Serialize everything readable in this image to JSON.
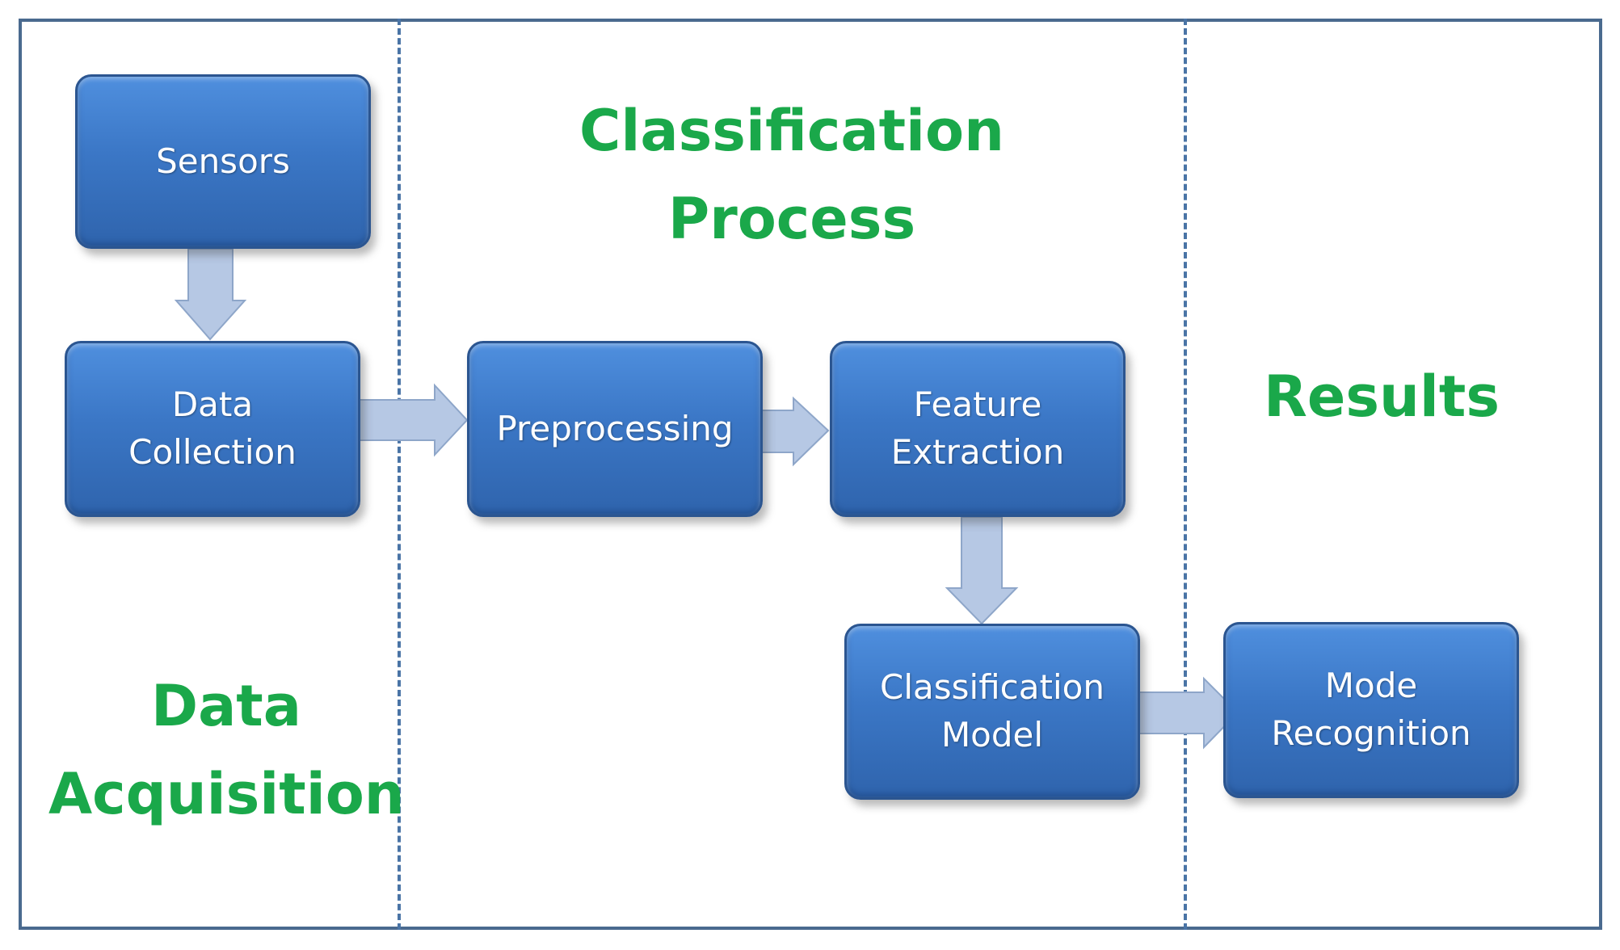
{
  "sections": {
    "acquisition": "Data\nAcquisition",
    "classification": "Classification\nProcess",
    "results": "Results"
  },
  "boxes": {
    "sensors": "Sensors",
    "data_collection": "Data\nCollection",
    "preprocessing": "Preprocessing",
    "feature_extraction": "Feature\nExtraction",
    "classification_model": "Classification\nModel",
    "mode_recognition": "Mode\nRecognition"
  },
  "colors": {
    "section_label": "#1aa84a",
    "box_fill": "#3b77c6",
    "arrow_fill": "#b6c8e4",
    "frame": "#4a6a8f",
    "divider": "#4a74a6"
  }
}
